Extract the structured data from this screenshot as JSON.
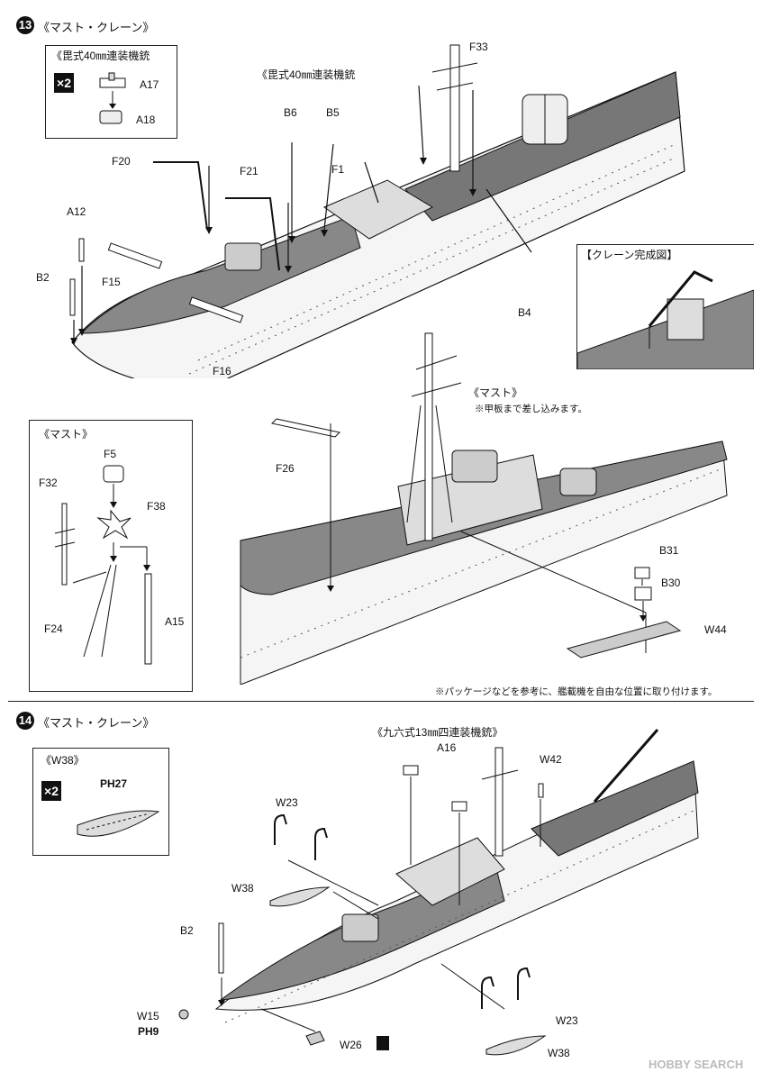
{
  "step13": {
    "number": "13",
    "title": "《マスト・クレーン》",
    "gun_box": {
      "title": "《毘式40㎜連装機銃",
      "qty": "×2",
      "parts": [
        "A17",
        "A18"
      ]
    },
    "gun_callout": "《毘式40㎜連装機銃",
    "labels": [
      "F33",
      "B6",
      "B5",
      "F1",
      "F20",
      "F21",
      "A12",
      "B2",
      "F15",
      "F16",
      "B4"
    ],
    "crane_done": "【クレーン完成図】",
    "mast_box": {
      "title": "《マスト》",
      "parts": [
        "F5",
        "F32",
        "F38",
        "F24",
        "A15"
      ]
    },
    "mast_callout": "《マスト》",
    "mast_note": "※甲板まで差し込みます。",
    "labels2": [
      "F26",
      "B31",
      "B30",
      "W44"
    ],
    "aircraft_note": "※パッケージなどを参考に、艦載機を自由な位置に取り付けます。"
  },
  "step14": {
    "number": "14",
    "title": "《マスト・クレーン》",
    "boat_box": {
      "title": "《W38》",
      "qty": "×2",
      "part": "PH27"
    },
    "gun_callout": "《九六式13㎜四連装機銃》",
    "labels": [
      "A16",
      "W42",
      "W23",
      "W38",
      "B2",
      "W15",
      "W26",
      "W23",
      "W38"
    ],
    "ph9": "PH9"
  },
  "watermark": "HOBBY SEARCH"
}
